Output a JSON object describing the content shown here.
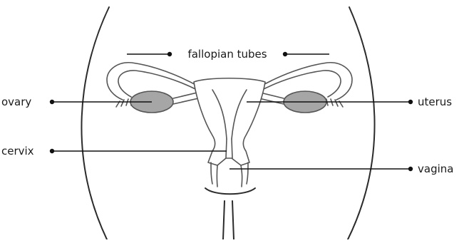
{
  "diagram": {
    "labels": {
      "fallopian_tubes": "fallopian tubes",
      "ovary": "ovary",
      "cervix": "cervix",
      "uterus": "uterus",
      "vagina": "vagina"
    },
    "colors": {
      "ovary_fill": "#a6a6a6",
      "line": "#555555",
      "body_outline": "#2b2b2b",
      "leader": "#111111"
    }
  }
}
